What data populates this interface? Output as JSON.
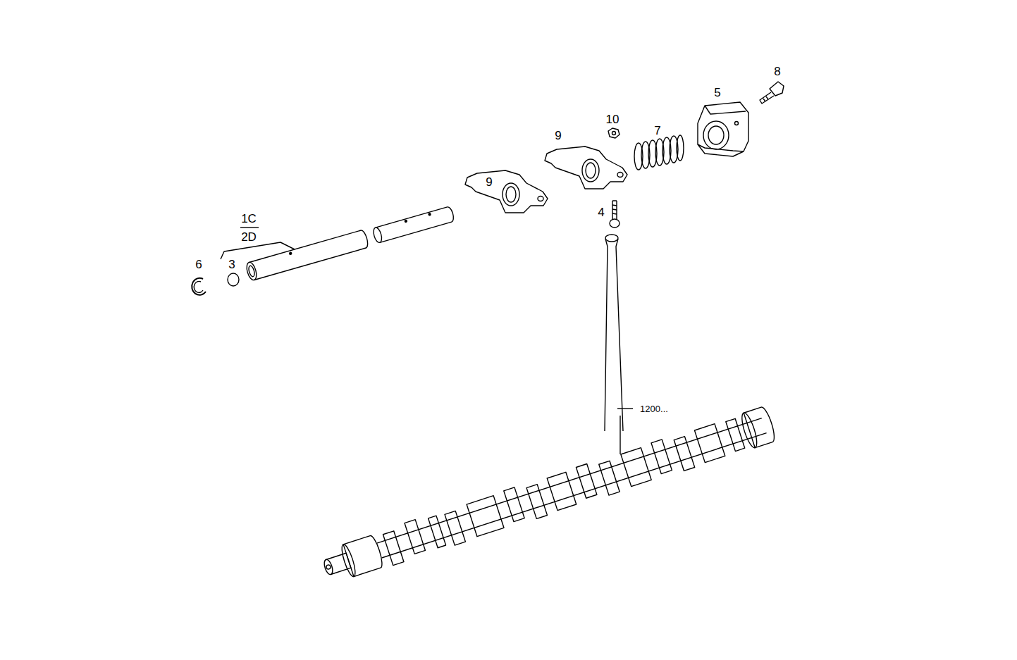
{
  "diagram": {
    "labels": [
      "8",
      "5",
      "10",
      "7",
      "9",
      "9",
      "4",
      "1C",
      "2D",
      "6",
      "3",
      "1200..."
    ]
  }
}
